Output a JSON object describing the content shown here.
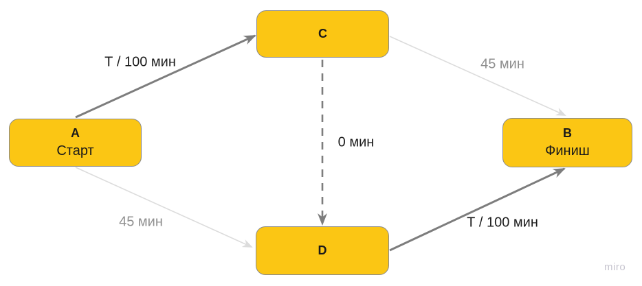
{
  "nodes": {
    "a": {
      "letter": "A",
      "caption": "Старт"
    },
    "c": {
      "letter": "C"
    },
    "d": {
      "letter": "D"
    },
    "b": {
      "letter": "B",
      "caption": "Финиш"
    }
  },
  "edges": {
    "a_c": {
      "from": "A",
      "to": "C",
      "label": "Т / 100 мин",
      "style": "solid-dark"
    },
    "c_b": {
      "from": "C",
      "to": "B",
      "label": "45 мин",
      "style": "solid-light"
    },
    "a_d": {
      "from": "A",
      "to": "D",
      "label": "45 мин",
      "style": "solid-light"
    },
    "d_b": {
      "from": "D",
      "to": "B",
      "label": "Т / 100 мин",
      "style": "solid-dark"
    },
    "c_d": {
      "from": "C",
      "to": "D",
      "label": "0 мин",
      "style": "dashed-dark"
    }
  },
  "colors": {
    "node_fill": "#fbc614",
    "node_border": "#8a8a8a",
    "edge_dark": "#7d7d7d",
    "edge_light": "#dcdcdc",
    "label_dark": "#1d1d1d",
    "label_gray": "#8f8f8f",
    "watermark": "#c6c4cf"
  },
  "watermark": {
    "label": "miro"
  }
}
